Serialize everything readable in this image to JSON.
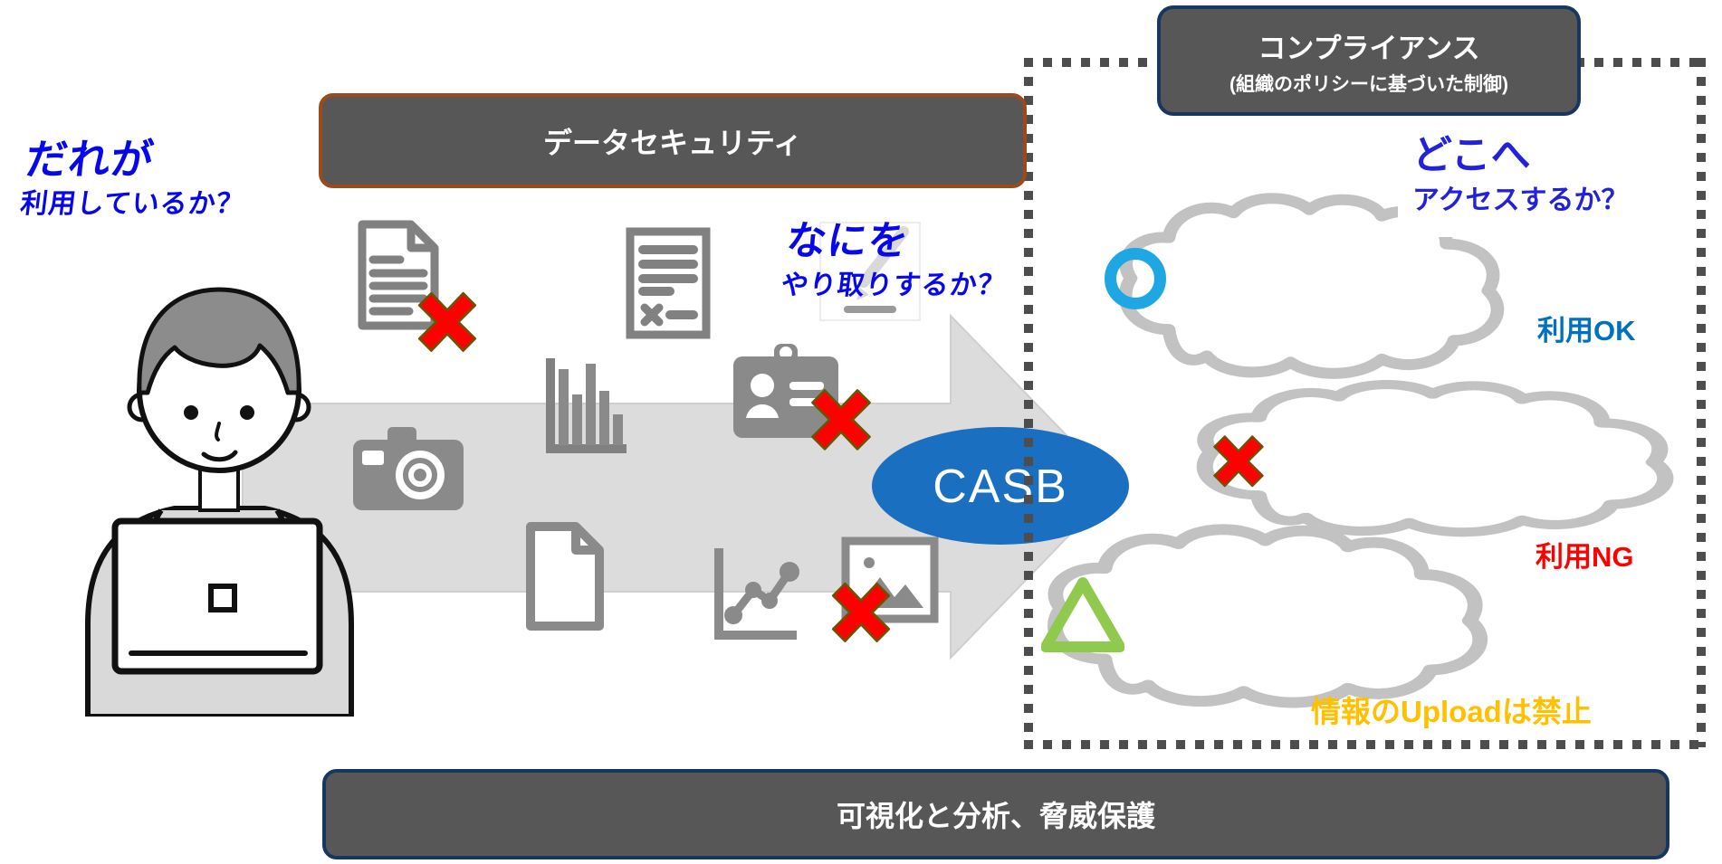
{
  "questions": {
    "who": {
      "main": "だれが",
      "sub": "利用しているか？"
    },
    "what": {
      "main": "なにを",
      "sub": "やり取りするか？"
    },
    "where": {
      "main": "どこへ",
      "sub": "アクセスするか？"
    }
  },
  "boxes": {
    "data_security": "データセキュリティ",
    "compliance_title": "コンプライアンス",
    "compliance_subtitle": "(組織のポリシーに基づいた制御)",
    "visibility": "可視化と分析、脅威保護"
  },
  "casb_label": "CASB",
  "cloud_status": {
    "ok": "利用OK",
    "ng": "利用NG",
    "upload_ban": "情報のUploadは禁止"
  },
  "icons": {
    "person-with-laptop-illustration": "user working on a laptop",
    "lined-document-icon": "document with text lines",
    "certificate-document-icon": "form document with x and dash",
    "bar-chart-icon": "bar graph",
    "camera-icon": "photo camera",
    "id-badge-icon": "id card with person",
    "blank-document-icon": "empty document",
    "line-chart-icon": "scatter line graph",
    "image-icon": "picture with mountains",
    "pen-document-icon": "white document with pen",
    "block-x-mark": "red prohibition cross",
    "allow-circle-mark": "blue circle = allowed",
    "conditional-triangle-mark": "green triangle = conditional",
    "cloud-shape": "cloud service outline",
    "flow-arrow": "gray data-flow arrow"
  },
  "colors": {
    "question_blue": "#0707EE",
    "where_blue": "#2222DD",
    "casb_ellipse_blue": "#1B6FC1",
    "ok_blue": "#0070C0",
    "ng_red": "#FF0000",
    "upload_ban_yellow": "#FFC000",
    "box_gray": "#575757",
    "navy_border": "#17375E",
    "orange_border": "#9C4A1A",
    "mark_circle_blue": "#1EA7E2",
    "mark_triangle_green": "#8FC94E",
    "mark_x_red": "#FF0000",
    "arrow_gray": "#DCDCDC",
    "icon_gray": "#818181",
    "cloud_outline_gray": "#C2C2C2"
  }
}
